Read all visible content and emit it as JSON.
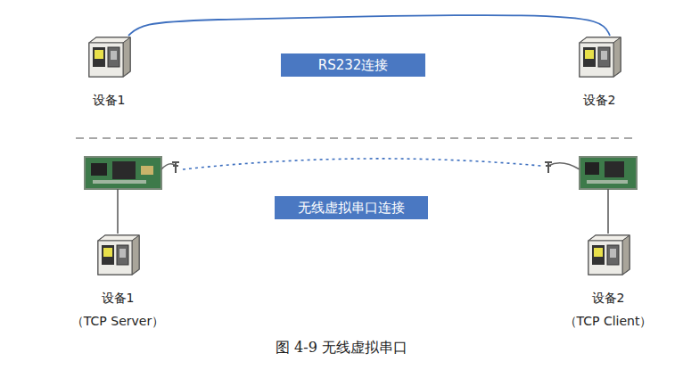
{
  "diagram": {
    "caption": "图 4-9  无线虚拟串口",
    "nodes": [
      {
        "text": [
          "设备1"
        ]
      },
      {
        "text": [
          "RS232连接"
        ]
      },
      {
        "text": [
          "设备2"
        ]
      },
      {
        "text": [
          "无线虚拟串口连接"
        ]
      },
      {
        "text": [
          "设备1",
          "（TCP Server）"
        ]
      },
      {
        "text": [
          "设备2",
          "（TCP Client）"
        ]
      }
    ],
    "edges": [
      {
        "from": 0,
        "to": 2,
        "arrow": "none"
      }
    ]
  }
}
